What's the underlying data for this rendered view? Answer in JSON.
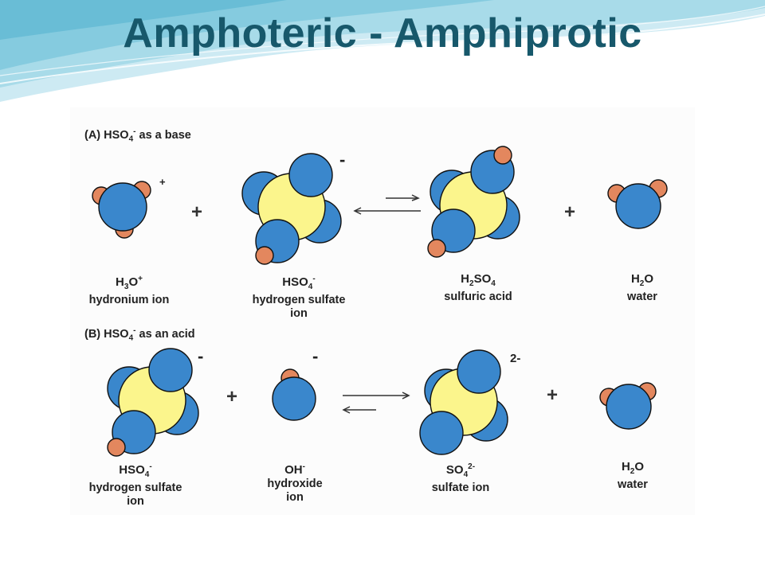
{
  "slide": {
    "title": "Amphoteric - Amphiprotic"
  },
  "colors": {
    "title": "#17586b",
    "oxygen": "#3a87cc",
    "sulfur": "#fbf58c",
    "hydrogen": "#e3875e"
  },
  "panel_a": {
    "label_prefix": "(A) HSO",
    "label_suffix": " as a base",
    "species": [
      {
        "formula_main": "H",
        "sub1": "3",
        "formula_rest": "O",
        "charge": "+",
        "name_line1": "hydronium ion",
        "name_line2": ""
      },
      {
        "formula_main": "HSO",
        "sub1": "4",
        "formula_rest": "",
        "charge": "-",
        "name_line1": "hydrogen sulfate",
        "name_line2": "ion"
      },
      {
        "formula_main": "H",
        "sub1": "2",
        "formula_rest": "SO",
        "sub2": "4",
        "charge": "",
        "name_line1": "sulfuric acid",
        "name_line2": ""
      },
      {
        "formula_main": "H",
        "sub1": "2",
        "formula_rest": "O",
        "charge": "",
        "name_line1": "water",
        "name_line2": ""
      }
    ],
    "molecule_charges": [
      "+",
      "-"
    ]
  },
  "panel_b": {
    "label_prefix": "(B) HSO",
    "label_suffix": " as an acid",
    "species": [
      {
        "formula_main": "HSO",
        "sub1": "4",
        "formula_rest": "",
        "charge": "-",
        "name_line1": "hydrogen sulfate",
        "name_line2": "ion"
      },
      {
        "formula_main": "OH",
        "sub1": "",
        "formula_rest": "",
        "charge": "-",
        "name_line1": "hydroxide",
        "name_line2": "ion"
      },
      {
        "formula_main": "SO",
        "sub1": "4",
        "formula_rest": "",
        "charge": "2-",
        "name_line1": "sulfate ion",
        "name_line2": ""
      },
      {
        "formula_main": "H",
        "sub1": "2",
        "formula_rest": "O",
        "charge": "",
        "name_line1": "water",
        "name_line2": ""
      }
    ],
    "molecule_charges": [
      "-",
      "-",
      "2-"
    ]
  },
  "operators": {
    "plus": "+",
    "label_charge_minus": "-",
    "label_charge_plus": "+"
  }
}
